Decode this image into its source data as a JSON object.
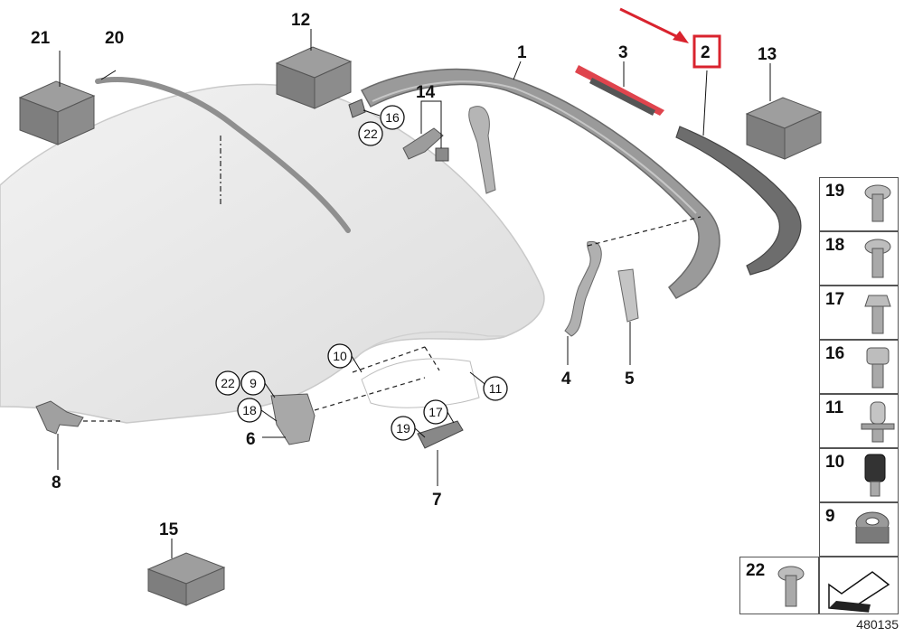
{
  "callouts": {
    "p1": "1",
    "p2": "2",
    "p3": "3",
    "p4": "4",
    "p5": "5",
    "p6": "6",
    "p7": "7",
    "p8": "8",
    "p12": "12",
    "p13": "13",
    "p14": "14",
    "p15": "15",
    "p20": "20",
    "p21": "21",
    "c9": "9",
    "c10": "10",
    "c11": "11",
    "c16": "16",
    "c17": "17",
    "c18": "18",
    "c19": "19",
    "c22a": "22",
    "c22b": "22"
  },
  "fastener_panels": [
    {
      "label": "19",
      "icon": "torx-bolt-icon"
    },
    {
      "label": "18",
      "icon": "torx-bolt-icon"
    },
    {
      "label": "17",
      "icon": "hex-bolt-icon"
    },
    {
      "label": "16",
      "icon": "socket-screw-icon"
    },
    {
      "label": "11",
      "icon": "stud-bolt-icon"
    },
    {
      "label": "10",
      "icon": "rubber-buffer-icon"
    },
    {
      "label": "9",
      "icon": "clip-nut-icon"
    },
    {
      "label": "22",
      "icon": "torx-screw-icon"
    }
  ],
  "highlight": {
    "part": "2",
    "color": "#d9232e"
  },
  "catalog_number": "480135"
}
